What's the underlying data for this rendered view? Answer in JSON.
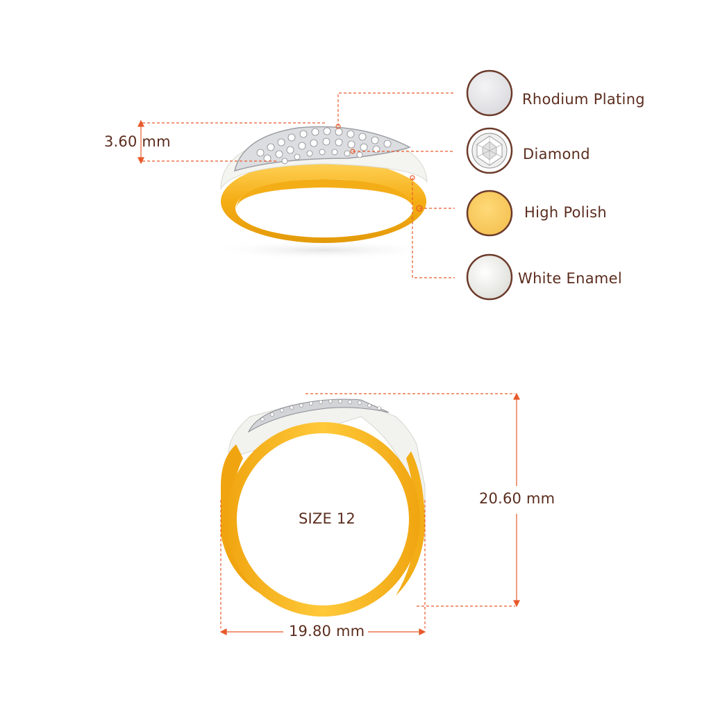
{
  "legend": [
    {
      "label": "Rhodium Plating",
      "swatch": "rhodium-swatch-icon",
      "color": "#e6e6e8"
    },
    {
      "label": "Diamond",
      "swatch": "diamond-swatch-icon",
      "color": "#f2f2f2"
    },
    {
      "label": "High Polish",
      "swatch": "high-polish-swatch-icon",
      "color": "#f7c965"
    },
    {
      "label": "White Enamel",
      "swatch": "white-enamel-swatch-icon",
      "color": "#f5f5f2"
    }
  ],
  "dimensions": {
    "band_width": "3.60 mm",
    "height": "20.60 mm",
    "width": "19.80 mm",
    "size": "SIZE 12"
  },
  "colors": {
    "leader_line": "#e8592a",
    "text": "#5b2d1e",
    "swatch_border": "#6b3a2a",
    "gold": "#f5b21a"
  }
}
